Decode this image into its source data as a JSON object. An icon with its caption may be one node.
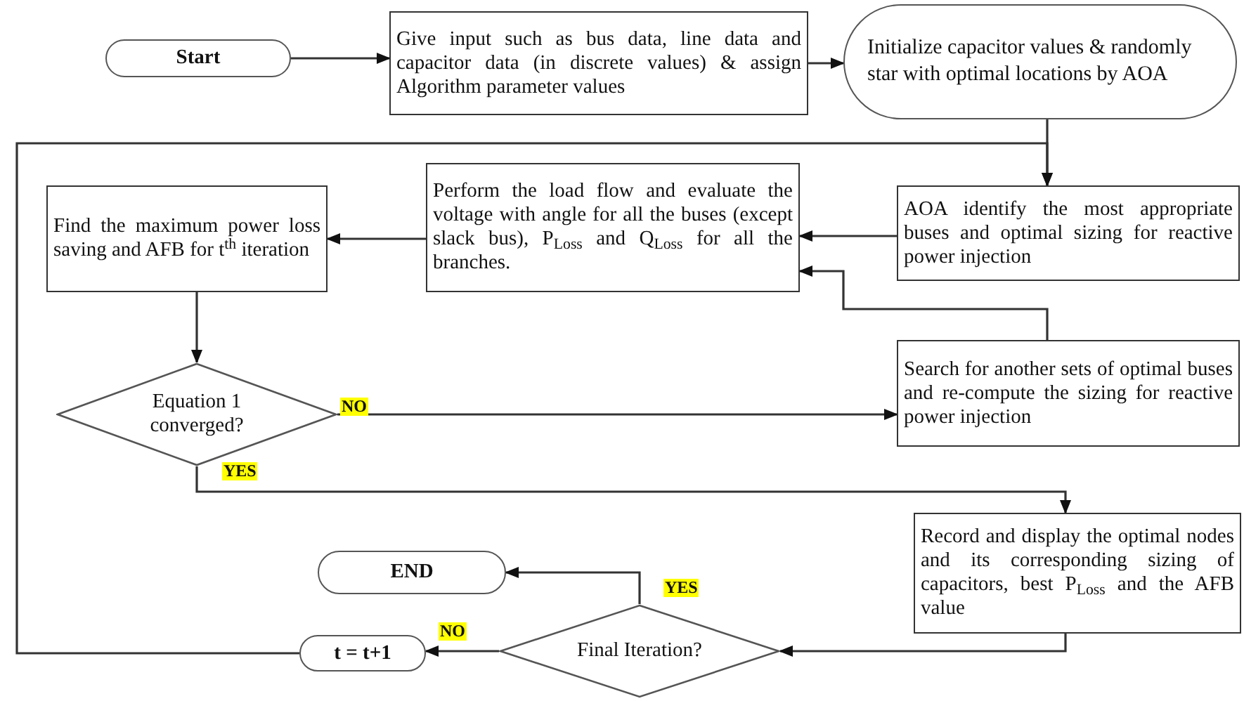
{
  "diagram": {
    "nodes": [
      {
        "text": [
          "Start"
        ]
      },
      {
        "text": [
          "Give input such as bus data, line data and capacitor data (in discrete values) & assign Algorithm parameter values"
        ]
      },
      {
        "text": [
          "Initialize capacitor values & randomly star with optimal locations by AOA"
        ]
      },
      {
        "text": [
          "Perform the load flow and evaluate the voltage with angle for all the buses (except slack bus), P$_{Loss}$ and Q$_{Loss}$ for all the branches."
        ]
      },
      {
        "text": [
          "Find the maximum power loss saving and AFB for t$^{th}$ iteration"
        ]
      },
      {
        "text": [
          "AOA identify the most appropriate buses and optimal sizing for reactive power injection"
        ]
      },
      {
        "text": [
          "Equation 1 converged?"
        ]
      },
      {
        "text": [
          "Search for another sets of optimal buses and re-compute the sizing for reactive power injection"
        ]
      },
      {
        "text": [
          "Record and display the optimal nodes and its corresponding sizing of capacitors, best P$_{Loss}$ and the AFB value"
        ]
      },
      {
        "text": [
          "END"
        ]
      },
      {
        "text": [
          "Final Iteration?"
        ]
      },
      {
        "text": [
          "t = t+1"
        ]
      }
    ],
    "edges": [
      {
        "from": 0,
        "to": 1,
        "arrow": "to"
      },
      {
        "from": 1,
        "to": 2,
        "arrow": "to"
      },
      {
        "from": 2,
        "to": 5,
        "arrow": "to"
      },
      {
        "from": 11,
        "to": 5,
        "arrow": "to"
      },
      {
        "from": 5,
        "to": 3,
        "arrow": "to"
      },
      {
        "from": 3,
        "to": 4,
        "arrow": "to"
      },
      {
        "from": 4,
        "to": 6,
        "arrow": "to"
      },
      {
        "from": 6,
        "to": 7,
        "arrow": "to",
        "label": "NO"
      },
      {
        "from": 6,
        "to": 8,
        "arrow": "to",
        "label": "YES"
      },
      {
        "from": 7,
        "to": 3,
        "arrow": "to"
      },
      {
        "from": 8,
        "to": 10,
        "arrow": "to"
      },
      {
        "from": 10,
        "to": 9,
        "arrow": "to",
        "label": "YES"
      },
      {
        "from": 10,
        "to": 11,
        "arrow": "to",
        "label": "NO"
      }
    ]
  }
}
